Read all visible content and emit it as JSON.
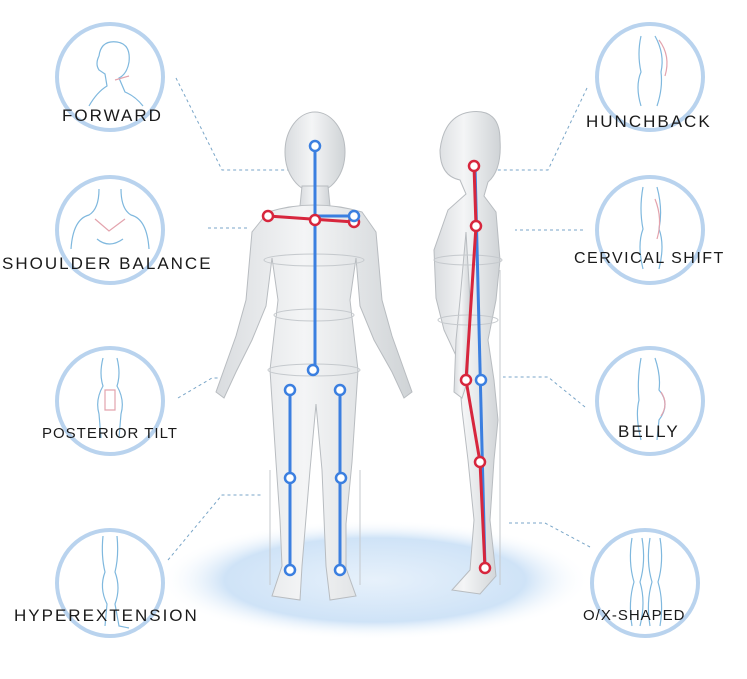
{
  "labels": {
    "forward": "FORWARD",
    "shoulder_balance": "SHOULDER BALANCE",
    "posterior_tilt": "POSTERIOR TILT",
    "hyperextension": "HYPEREXTENSION",
    "hunchback": "HUNCHBACK",
    "cervical_shift": "CERVICAL SHIFT",
    "belly": "BELLY",
    "ox_shaped": "O/X-SHAPED"
  },
  "colors": {
    "circle_border": "#b9d3ee",
    "icon_stroke": "#7fb8de",
    "blue_line": "#3b7fe0",
    "red_line": "#d7263d",
    "platform": "#cfe3f7",
    "body": "#eceef0"
  }
}
